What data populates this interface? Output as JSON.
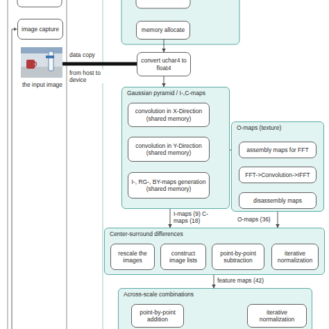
{
  "diagram": {
    "nodes": [
      {
        "text": [
          "image capture"
        ]
      },
      {
        "text": [
          "memory allocate"
        ]
      },
      {
        "text": [
          "convert uchar4 to float4"
        ]
      },
      {
        "text": [
          "Gaussian pyramid / I-,C-maps"
        ]
      },
      {
        "text": [
          "convolution in X-Direction (shared memory)"
        ],
        "in": 3
      },
      {
        "text": [
          "convolution in Y-Direction (shared memory)"
        ],
        "in": 3
      },
      {
        "text": [
          "I-, RG-, BY-maps generation (shared memory)"
        ],
        "in": 3
      },
      {
        "text": [
          "O-maps (texture)"
        ]
      },
      {
        "text": [
          "assembly maps for FFT"
        ],
        "in": 7
      },
      {
        "text": [
          "FFT->Convolution->IFFT"
        ],
        "in": 7
      },
      {
        "text": [
          "disassembly maps"
        ],
        "in": 7
      },
      {
        "text": [
          "Center-surround differences"
        ]
      },
      {
        "text": [
          "rescale the images"
        ],
        "in": 11
      },
      {
        "text": [
          "construct image lists"
        ],
        "in": 11
      },
      {
        "text": [
          "point-by-point subtraction"
        ],
        "in": 11
      },
      {
        "text": [
          "iterative normalization"
        ],
        "in": 11
      },
      {
        "text": [
          "Across-scale combinations"
        ]
      },
      {
        "text": [
          "point-by-point addition"
        ],
        "in": 16
      },
      {
        "text": [
          "iterative normalization"
        ],
        "in": 16
      }
    ],
    "edges": [
      {
        "from": 1,
        "to": 2,
        "arrow": "to"
      },
      {
        "from": 2,
        "to": 3,
        "arrow": "to"
      },
      {
        "from": 4,
        "to": 5,
        "arrow": "to"
      },
      {
        "from": 5,
        "to": 6,
        "arrow": "to"
      },
      {
        "from": 5,
        "to": 8,
        "arrow": "to"
      },
      {
        "from": 8,
        "to": 9,
        "arrow": "to"
      },
      {
        "from": 9,
        "to": 10,
        "arrow": "to"
      },
      {
        "from": 3,
        "to": 11,
        "label": "I-maps (9) C-maps (18)",
        "arrow": "to"
      },
      {
        "from": 7,
        "to": 11,
        "label": "O-maps (36)",
        "arrow": "to"
      },
      {
        "from": 12,
        "to": 13,
        "arrow": "to"
      },
      {
        "from": 13,
        "to": 14,
        "arrow": "to"
      },
      {
        "from": 14,
        "to": 15,
        "arrow": "to"
      },
      {
        "from": 11,
        "to": 16,
        "label": "feature maps (42)",
        "arrow": "to"
      },
      {
        "from": 17,
        "to": 18,
        "arrow": "to"
      }
    ],
    "labels": [
      "data copy",
      "from host to device",
      "the input image"
    ]
  }
}
